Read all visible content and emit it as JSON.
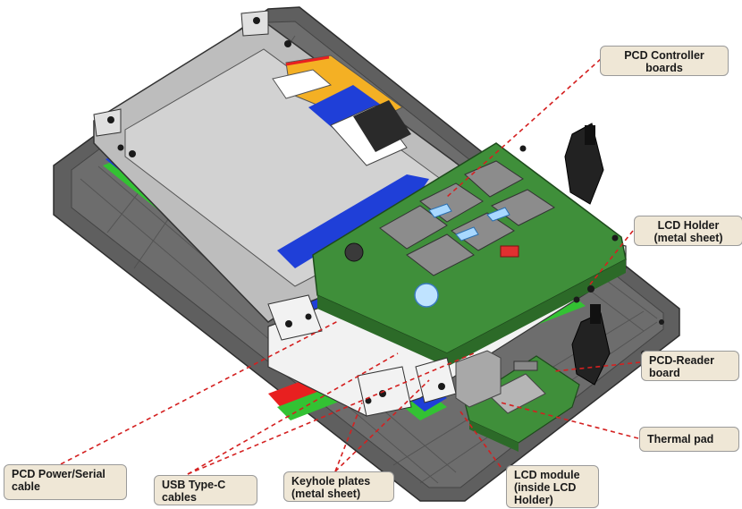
{
  "labels": {
    "pcd_controller_boards": "PCD Controller\nboards",
    "lcd_holder": "LCD Holder\n(metal sheet)",
    "pcd_reader_board": "PCD-Reader\nboard",
    "thermal_pad": "Thermal pad",
    "pcd_power_serial_cable": "PCD Power/Serial\ncable",
    "usb_type_c_cables": "USB Type-C\ncables",
    "keyhole_plates": "Keyhole plates\n(metal sheet)",
    "lcd_module": "LCD module\n(inside LCD\nHolder)"
  },
  "colors": {
    "leader_line": "#d42020",
    "callout_fill": "#efe7d6",
    "frame": "#5f5f5f",
    "pcb": "#3f8f3a",
    "lcd_panel": "#c9c9c9",
    "blue_layer": "#1f3fd8",
    "green_layer": "#33c233",
    "red_layer": "#e82020",
    "orange_flex": "#f4b024"
  }
}
